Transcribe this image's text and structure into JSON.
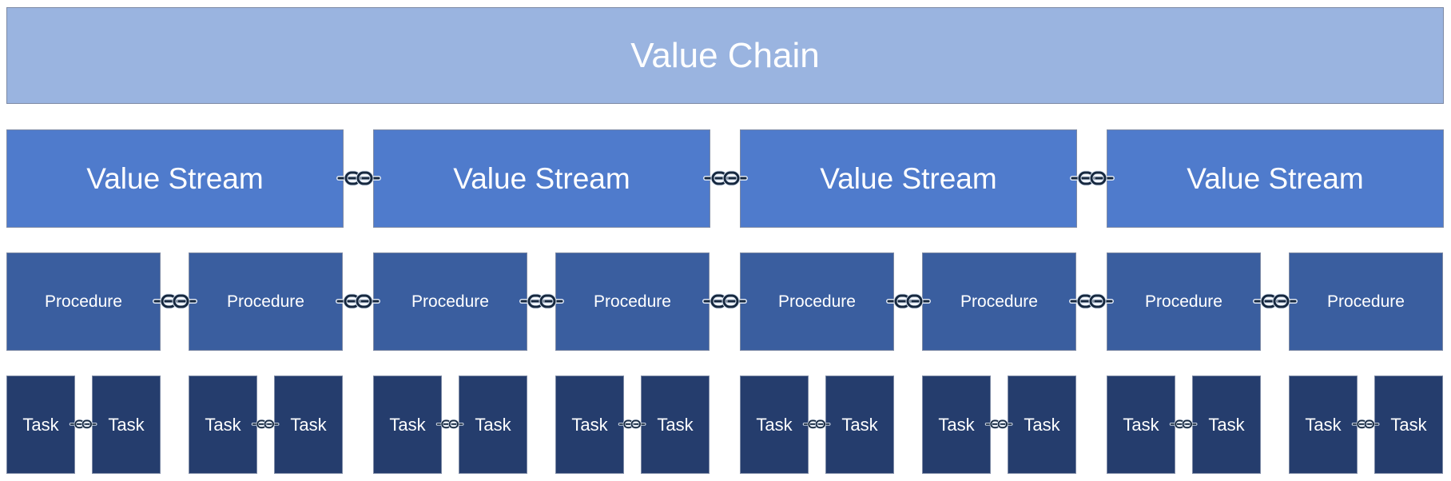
{
  "chain": {
    "label": "Value Chain"
  },
  "streams": [
    {
      "label": "Value Stream"
    },
    {
      "label": "Value Stream"
    },
    {
      "label": "Value Stream"
    },
    {
      "label": "Value Stream"
    }
  ],
  "procedures": [
    {
      "label": "Procedure"
    },
    {
      "label": "Procedure"
    },
    {
      "label": "Procedure"
    },
    {
      "label": "Procedure"
    },
    {
      "label": "Procedure"
    },
    {
      "label": "Procedure"
    },
    {
      "label": "Procedure"
    },
    {
      "label": "Procedure"
    }
  ],
  "tasks": [
    {
      "label": "Task"
    },
    {
      "label": "Task"
    },
    {
      "label": "Task"
    },
    {
      "label": "Task"
    },
    {
      "label": "Task"
    },
    {
      "label": "Task"
    },
    {
      "label": "Task"
    },
    {
      "label": "Task"
    },
    {
      "label": "Task"
    },
    {
      "label": "Task"
    },
    {
      "label": "Task"
    },
    {
      "label": "Task"
    },
    {
      "label": "Task"
    },
    {
      "label": "Task"
    },
    {
      "label": "Task"
    },
    {
      "label": "Task"
    }
  ],
  "colors": {
    "chain": "#9ab4e0",
    "stream": "#4f7bcc",
    "procedure": "#3a5e9f",
    "task": "#253d6d",
    "connector": "#16283f",
    "connector_highlight": "#dfe8f5"
  },
  "icons": {
    "connector": "chain-link-icon"
  }
}
